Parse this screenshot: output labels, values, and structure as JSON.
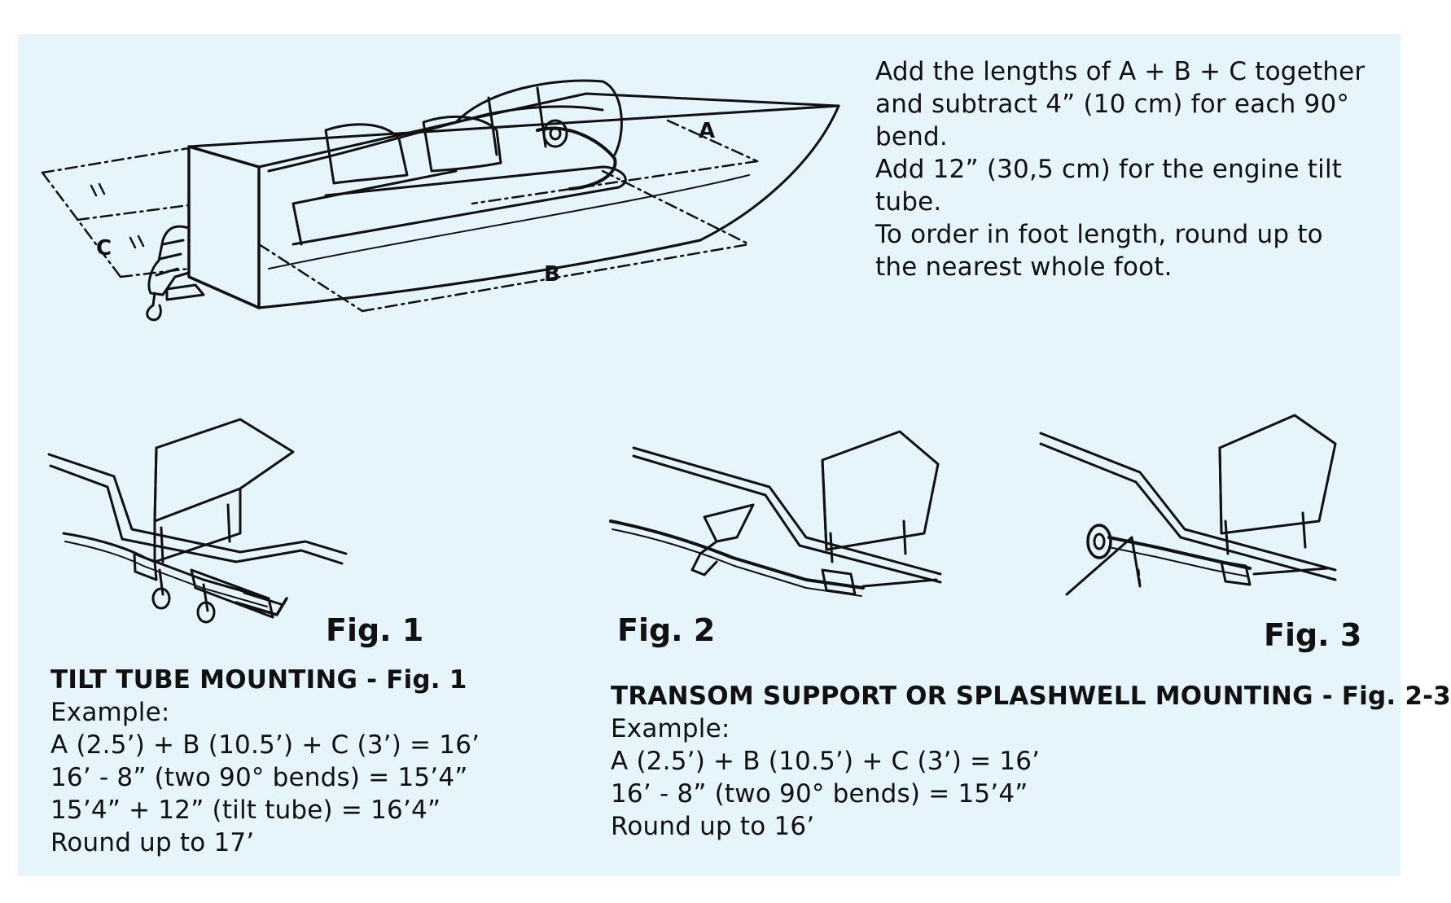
{
  "instructions": {
    "lines": [
      "Add the lengths of A + B + C together",
      "and subtract 4” (10 cm) for each 90°",
      "bend.",
      "Add 12” (30,5 cm) for the engine tilt",
      "tube.",
      "To order in foot length, round up to",
      "the nearest whole foot."
    ]
  },
  "diagram_labels": {
    "a": "A",
    "b": "B",
    "c": "C"
  },
  "figures": {
    "fig1": "Fig. 1",
    "fig2": "Fig. 2",
    "fig3": "Fig. 3"
  },
  "tilt_tube": {
    "heading": "TILT TUBE MOUNTING - Fig. 1",
    "example_label": "Example:",
    "lines": [
      "A (2.5’) + B (10.5’) + C (3’) = 16’",
      "16’ - 8” (two 90° bends) = 15’4”",
      "15’4” + 12” (tilt tube) = 16’4”",
      "Round up to 17’"
    ]
  },
  "transom": {
    "heading": "TRANSOM SUPPORT OR SPLASHWELL MOUNTING - Fig. 2-3",
    "example_label": "Example:",
    "lines": [
      "A (2.5’) + B (10.5’) + C (3’) = 16’",
      "16’ - 8” (two 90° bends) = 15’4”",
      "Round up to 16’"
    ]
  },
  "colors": {
    "panel_background": "#e6f4fb",
    "ink": "#111111"
  }
}
